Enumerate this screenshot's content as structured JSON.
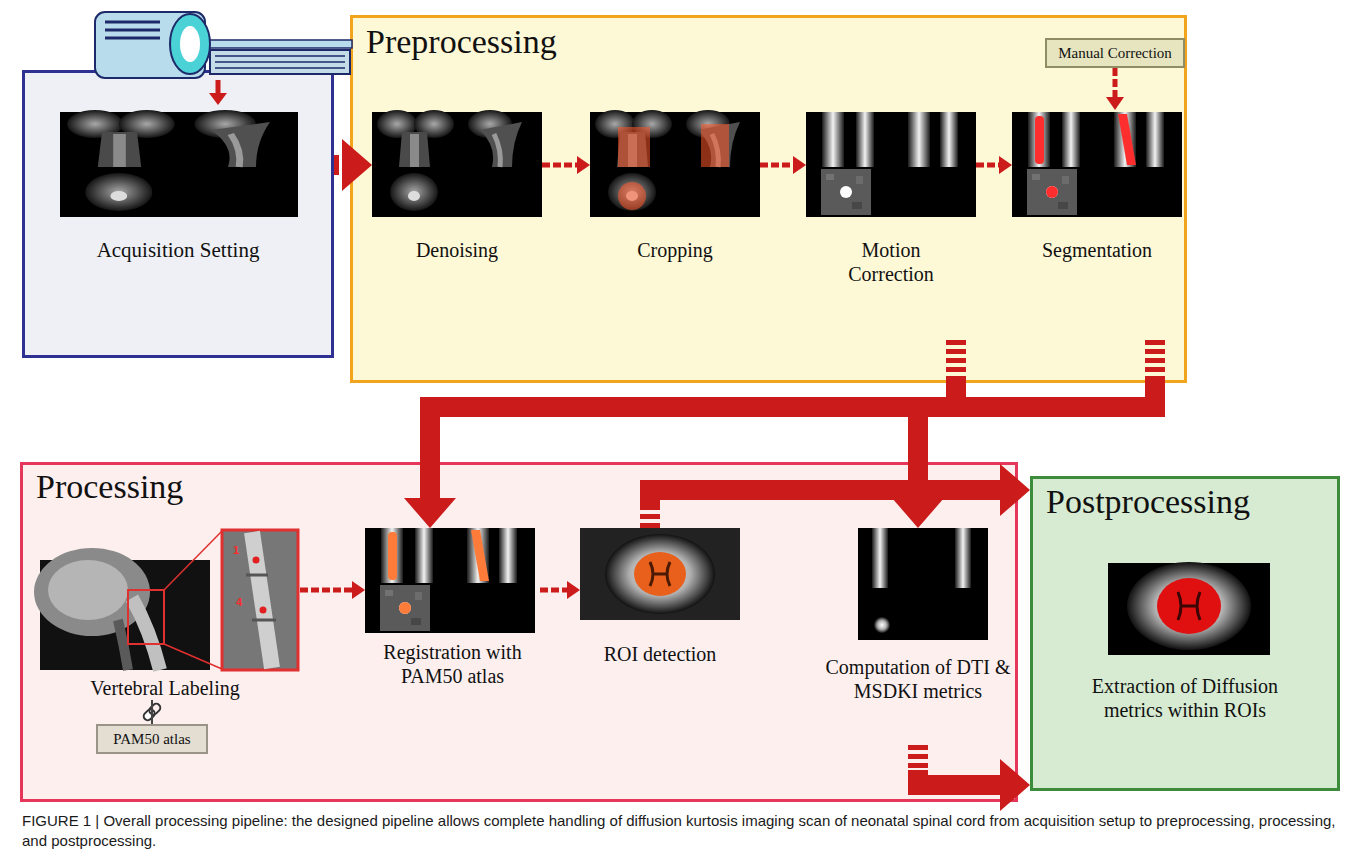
{
  "diagram": {
    "caption": "FIGURE 1 | Overall processing pipeline: the designed pipeline allows complete handling of diffusion kurtosis imaging scan of neonatal spinal cord from acquisition setup to preprocessing, processing, and postprocessing.",
    "nodes": [
      {
        "text": [
          "Acquisition Setting"
        ]
      },
      {
        "text": [
          "Preprocessing"
        ]
      },
      {
        "text": [
          "Denoising"
        ],
        "in": 1
      },
      {
        "text": [
          "Cropping"
        ],
        "in": 1
      },
      {
        "text": [
          "Motion Correction"
        ],
        "in": 1
      },
      {
        "text": [
          "Manual Correction"
        ],
        "in": 1
      },
      {
        "text": [
          "Segmentation"
        ],
        "in": 1
      },
      {
        "text": [
          "Processing"
        ]
      },
      {
        "text": [
          "Vertebral Labeling"
        ],
        "in": 7
      },
      {
        "text": [
          "PAM50 atlas"
        ],
        "in": 7
      },
      {
        "text": [
          "Registration with PAM50 atlas"
        ],
        "in": 7
      },
      {
        "text": [
          "ROI detection"
        ],
        "in": 7
      },
      {
        "text": [
          "Computation of DTI & MSDKI metrics"
        ],
        "in": 7
      },
      {
        "text": [
          "Postprocessing",
          "Extraction of Diffusion metrics within ROIs"
        ]
      }
    ],
    "edges": [
      {
        "from": 0,
        "to": 2,
        "arrow": "to"
      },
      {
        "from": 2,
        "to": 3,
        "arrow": "to"
      },
      {
        "from": 3,
        "to": 4,
        "arrow": "to"
      },
      {
        "from": 4,
        "to": 6,
        "arrow": "to"
      },
      {
        "from": 5,
        "to": 6,
        "arrow": "to"
      },
      {
        "from": 6,
        "to": 10,
        "arrow": "to"
      },
      {
        "from": 4,
        "to": 12,
        "arrow": "to"
      },
      {
        "from": 8,
        "to": 9,
        "arrow": "none"
      },
      {
        "from": 8,
        "to": 10,
        "arrow": "to"
      },
      {
        "from": 10,
        "to": 11,
        "arrow": "to"
      },
      {
        "from": 11,
        "to": 13,
        "arrow": "to"
      },
      {
        "from": 12,
        "to": 13,
        "arrow": "to"
      }
    ],
    "labels": [
      "1",
      "4"
    ]
  }
}
